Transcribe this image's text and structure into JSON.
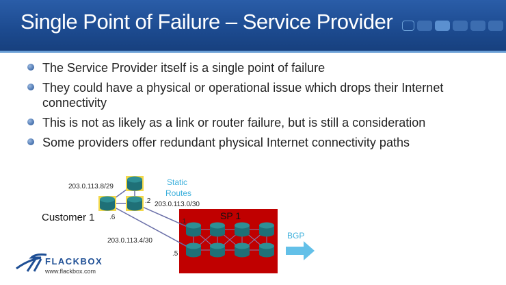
{
  "header": {
    "title": "Single Point of Failure – Service Provider"
  },
  "bullets": [
    "The Service Provider itself is a single point of failure",
    "They could have a physical or operational issue which drops their Internet connectivity",
    "This is not as likely as a link or router failure, but is still a consideration",
    "Some providers offer redundant physical Internet connectivity paths"
  ],
  "diagram": {
    "customer_label": "Customer 1",
    "sp_label": "SP 1",
    "static_routes": [
      "Static",
      "Routes"
    ],
    "bgp_label": "BGP",
    "subnet_lan": "203.0.113.8/29",
    "subnet_link1": "203.0.113.0/30",
    "subnet_link2": "203.0.113.4/30",
    "addr_c1": ".2",
    "addr_c2": ".6",
    "addr_sp1": ".1",
    "addr_sp2": ".5",
    "colors": {
      "sp_box": "#c00000",
      "router": "#2e8f95",
      "arrow": "#63c0e8",
      "static": "#3db0dc"
    }
  },
  "logo": {
    "name": "FLACKBOX",
    "url": "www.flackbox.com"
  }
}
